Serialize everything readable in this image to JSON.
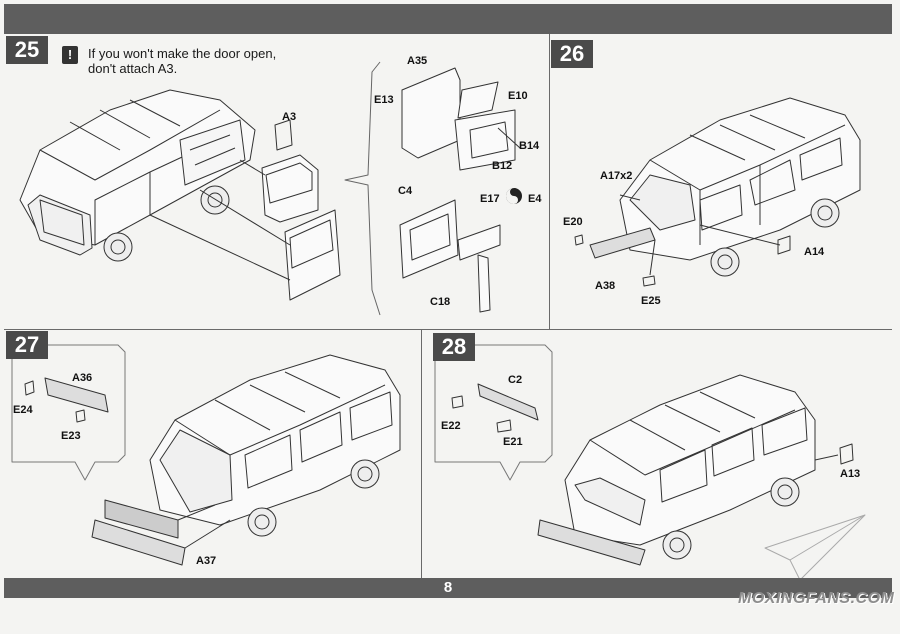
{
  "page_number": "8",
  "watermark": "MOXINGFANS.COM",
  "steps": [
    {
      "number": "25",
      "note": "If you won't make the door open,\ndon't attach A3.",
      "note_icon": "!",
      "parts": [
        "A3",
        "A35",
        "E13",
        "E10",
        "B14",
        "B12",
        "C4",
        "E17",
        "E4",
        "C18"
      ]
    },
    {
      "number": "26",
      "parts": [
        "A17x2",
        "E20",
        "A38",
        "E25",
        "A14"
      ]
    },
    {
      "number": "27",
      "parts": [
        "A36",
        "E24",
        "E23",
        "A37"
      ]
    },
    {
      "number": "28",
      "parts": [
        "C2",
        "E22",
        "E21",
        "A13"
      ]
    }
  ]
}
